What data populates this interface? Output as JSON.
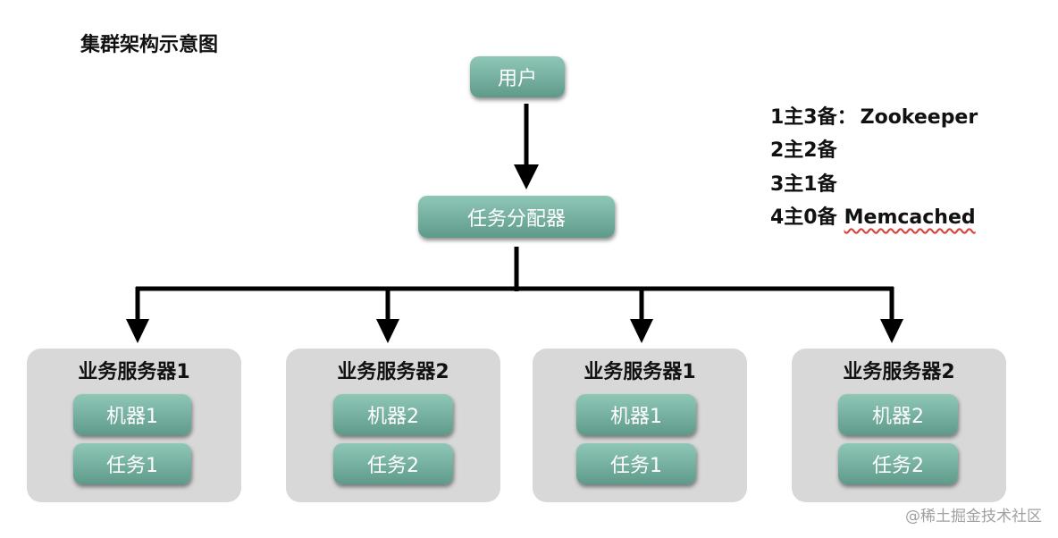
{
  "title": "集群架构示意图",
  "user_node": "用户",
  "dispatcher_node": "任务分配器",
  "legend": [
    {
      "text": "1主3备：",
      "tag": "Zookeeper"
    },
    {
      "text": "2主2备",
      "tag": ""
    },
    {
      "text": "3主1备",
      "tag": ""
    },
    {
      "text": "4主0备",
      "tag": "Memcached"
    }
  ],
  "groups": [
    {
      "title": "业务服务器1",
      "machine": "机器1",
      "task": "任务1"
    },
    {
      "title": "业务服务器2",
      "machine": "机器2",
      "task": "任务2"
    },
    {
      "title": "业务服务器1",
      "machine": "机器1",
      "task": "任务1"
    },
    {
      "title": "业务服务器2",
      "machine": "机器2",
      "task": "任务2"
    }
  ],
  "watermark": "@稀土掘金技术社区",
  "colors": {
    "node_top": "#8fc7b7",
    "node_bottom": "#5e9a8a",
    "group_bg": "#d8d8d8",
    "arrow": "#000000"
  }
}
